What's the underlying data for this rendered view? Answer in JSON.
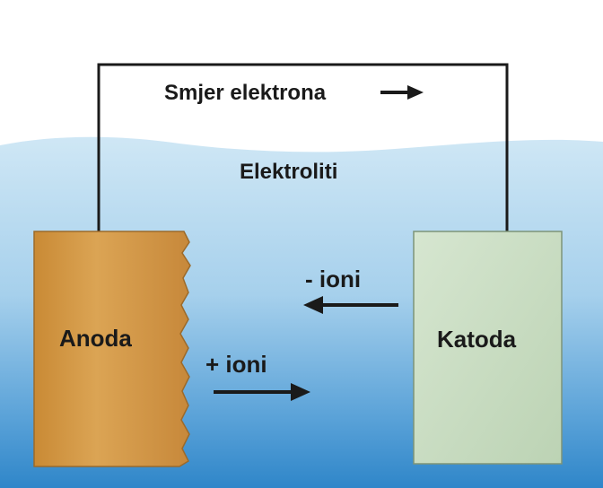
{
  "diagram": {
    "wire_label": "Smjer elektrona",
    "electrolyte_label": "Elektroliti",
    "anode_label": "Anoda",
    "cathode_label": "Katoda",
    "negative_ions_label": "- ioni",
    "positive_ions_label": "+ ioni"
  },
  "colors": {
    "electrolyte_top": "#c9e4f3",
    "electrolyte_bottom": "#2f86c9",
    "anode": "#d49a45",
    "cathode": "#c9dcc2",
    "wire": "#1a1a1a",
    "arrow": "#1a1a1a"
  }
}
